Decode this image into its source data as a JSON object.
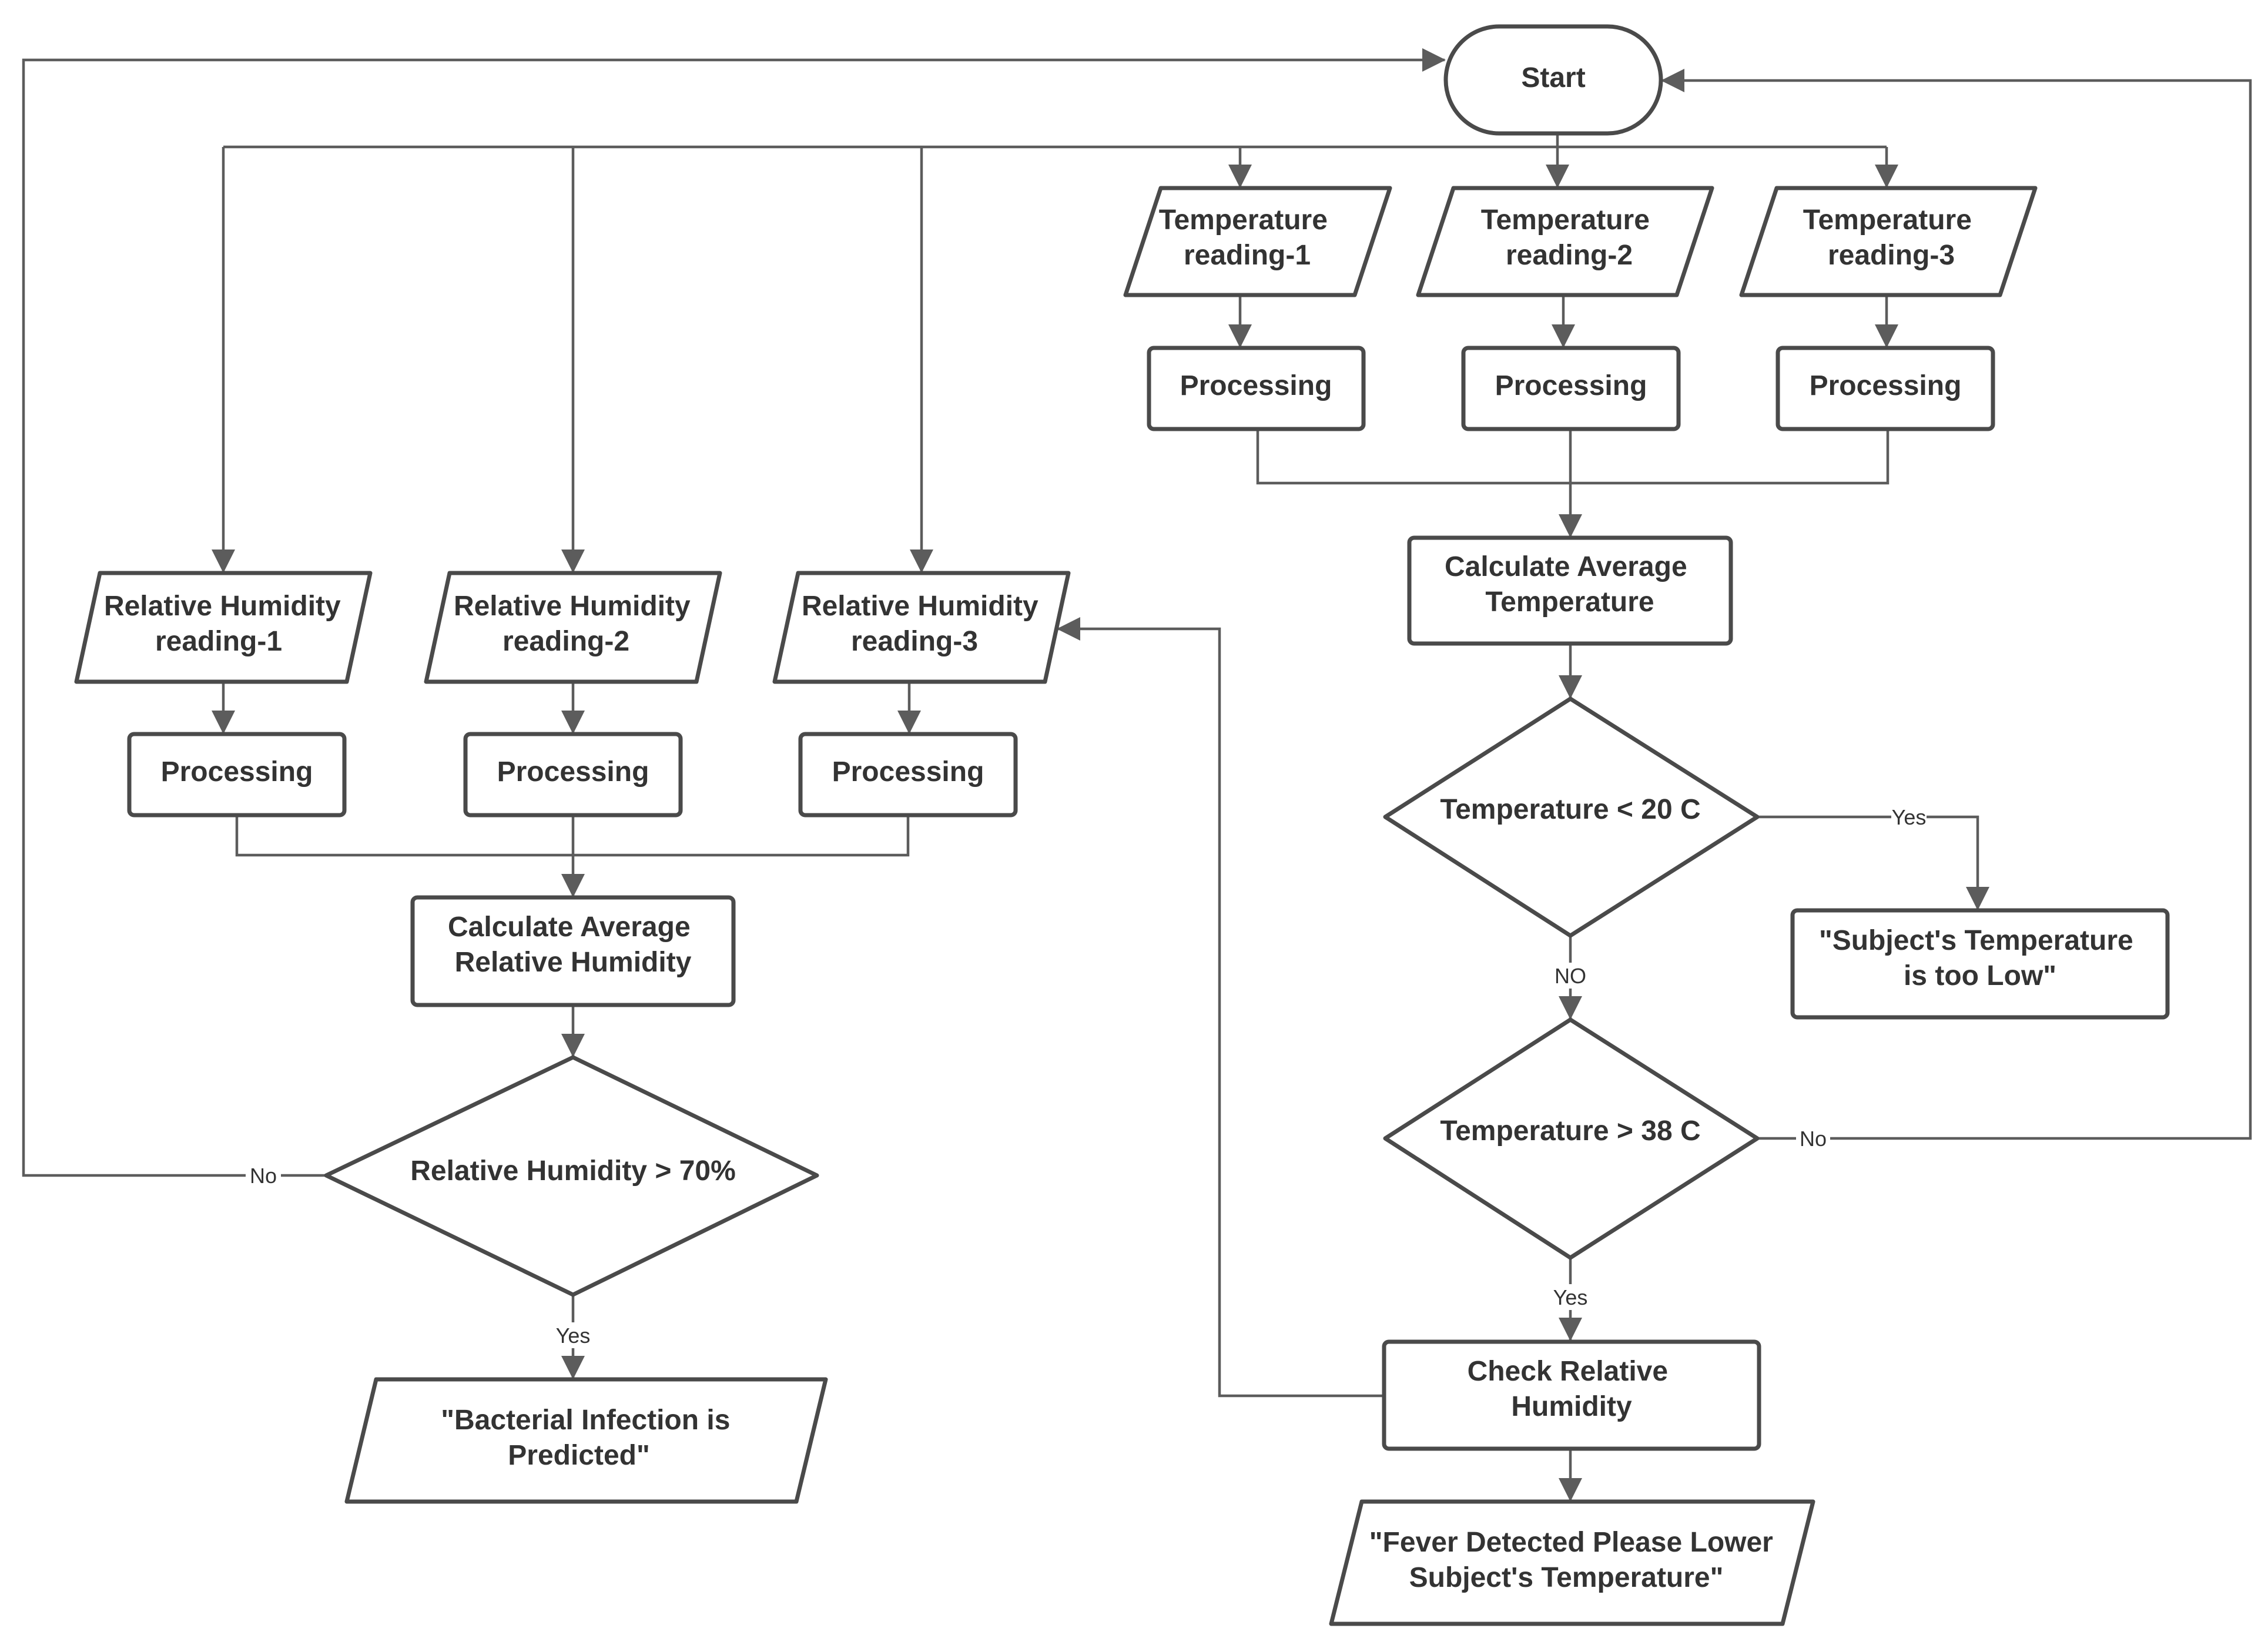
{
  "nodes": {
    "start": "Start",
    "temp1": [
      "Temperature",
      "reading-1"
    ],
    "temp2": [
      "Temperature",
      "reading-2"
    ],
    "temp3": [
      "Temperature",
      "reading-3"
    ],
    "tproc1": "Processing",
    "tproc2": "Processing",
    "tproc3": "Processing",
    "avg_temp": [
      "Calculate Average",
      "Temperature"
    ],
    "temp_low_check": "Temperature < 20 C",
    "temp_low_msg": [
      "\"Subject's Temperature",
      "is too Low\""
    ],
    "temp_high_check": "Temperature > 38 C",
    "check_rh": [
      "Check Relative",
      "Humidity"
    ],
    "fever_msg": [
      "\"Fever Detected Please Lower",
      "Subject's Temperature\""
    ],
    "rh1": [
      "Relative Humidity",
      "reading-1"
    ],
    "rh2": [
      "Relative Humidity",
      "reading-2"
    ],
    "rh3": [
      "Relative Humidity",
      "reading-3"
    ],
    "rproc1": "Processing",
    "rproc2": "Processing",
    "rproc3": "Processing",
    "avg_rh": [
      "Calculate Average",
      "Relative Humidity"
    ],
    "rh_check": "Relative Humidity > 70%",
    "bacterial_msg": [
      "\"Bacterial Infection is",
      "Predicted\""
    ]
  },
  "edge_labels": {
    "low_yes": "Yes",
    "low_no": "NO",
    "high_no": "No",
    "high_yes": "Yes",
    "rh_no": "No",
    "rh_yes": "Yes"
  }
}
